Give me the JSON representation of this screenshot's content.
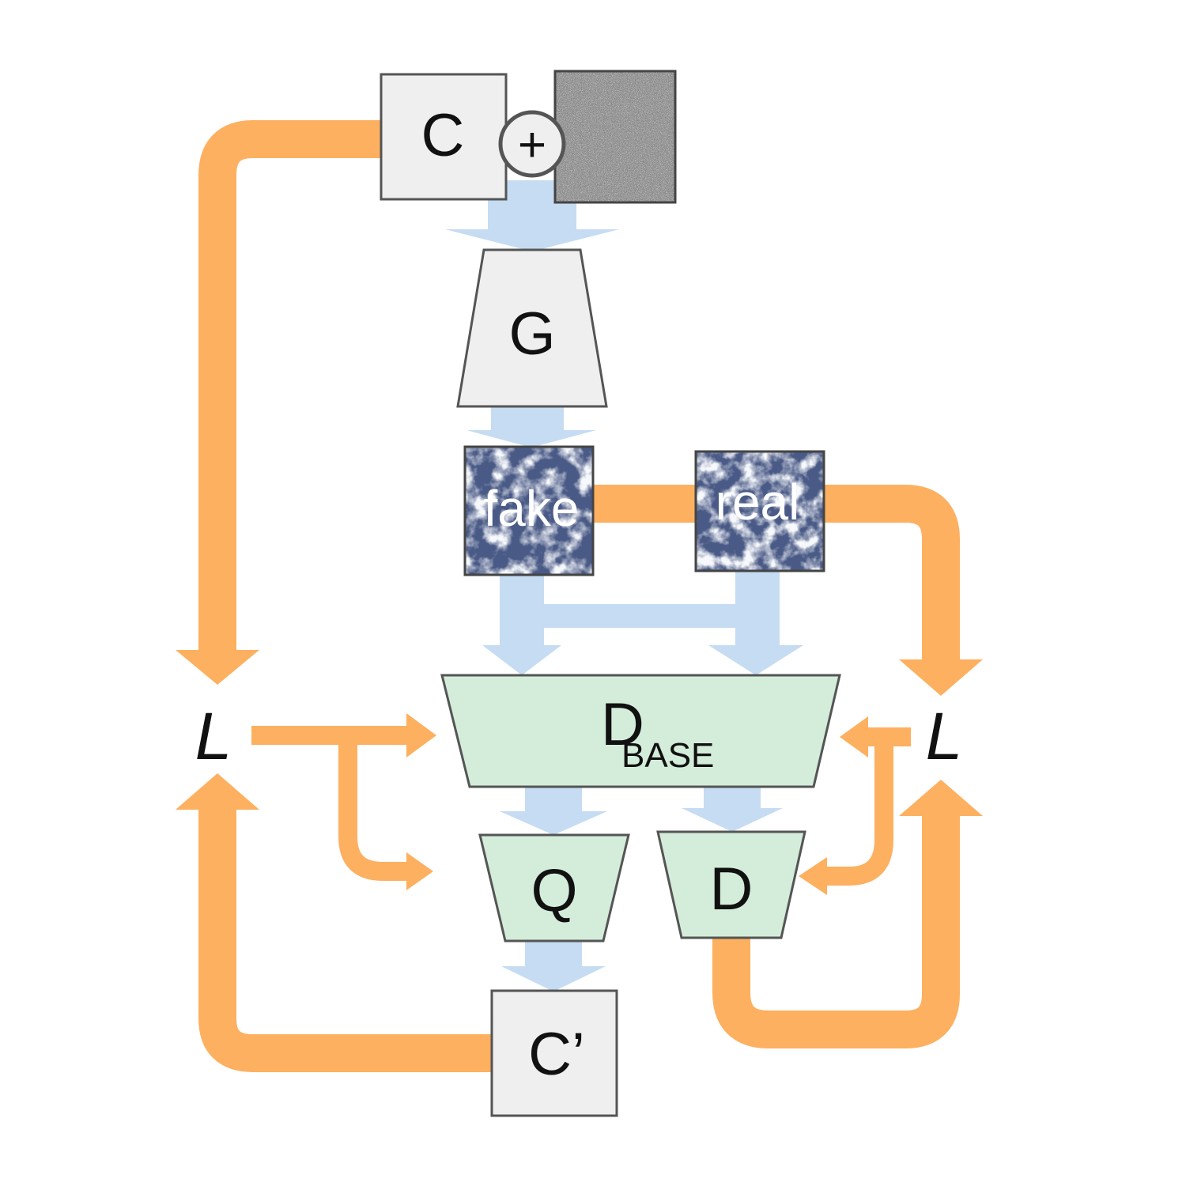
{
  "colors": {
    "loss_arrow": "#fdb060",
    "flow_arrow": "#c5dcf2",
    "gray_box": "#efefef",
    "green_box": "#d4edda",
    "box_stroke": "#555555"
  },
  "nodes": {
    "condition": "C",
    "combine": "+",
    "generator": "G",
    "fake_image": "fake",
    "real_image": "real",
    "discriminator_base": "D",
    "discriminator_base_sub": "BASE",
    "q_head": "Q",
    "d_head": "D",
    "reconstructed_condition": "C’",
    "loss_left": "L",
    "loss_right": "L"
  },
  "icons": {
    "noise": "noise-texture",
    "combine": "plus-circle-icon",
    "image_texture": "cloud-satellite-texture"
  }
}
